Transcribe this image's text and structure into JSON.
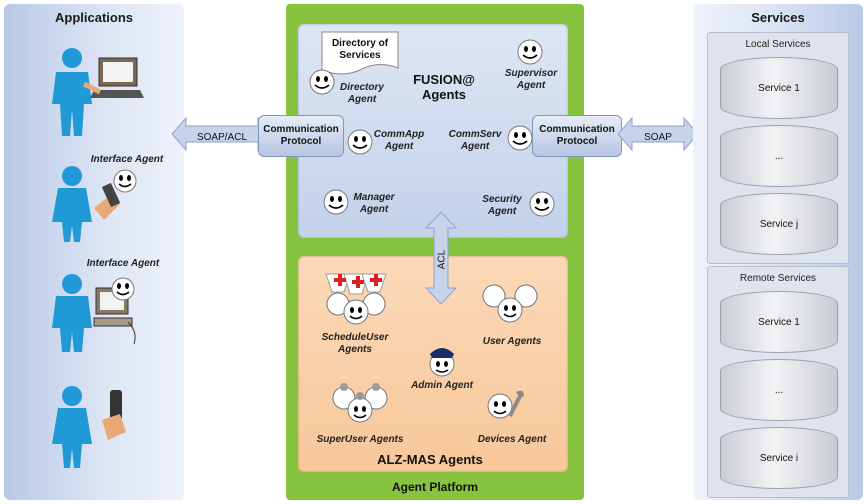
{
  "applications": {
    "title": "Applications",
    "interface_agent_1": "Interface Agent",
    "interface_agent_2": "Interface Agent"
  },
  "platform": {
    "title": "Agent Platform",
    "fusion": {
      "title_line1": "FUSION@",
      "title_line2": "Agents",
      "directory_doc_line1": "Directory of",
      "directory_doc_line2": "Services",
      "directory_agent_line1": "Directory",
      "directory_agent_line2": "Agent",
      "supervisor_agent_line1": "Supervisor",
      "supervisor_agent_line2": "Agent",
      "commapp_agent_line1": "CommApp",
      "commapp_agent_line2": "Agent",
      "commserv_agent_line1": "CommServ",
      "commserv_agent_line2": "Agent",
      "manager_agent_line1": "Manager",
      "manager_agent_line2": "Agent",
      "security_agent_line1": "Security",
      "security_agent_line2": "Agent"
    },
    "comm_protocol_left_line1": "Communication",
    "comm_protocol_left_line2": "Protocol",
    "comm_protocol_right_line1": "Communication",
    "comm_protocol_right_line2": "Protocol",
    "acl_label": "ACL",
    "alz": {
      "title": "ALZ-MAS Agents",
      "scheduleuser_line1": "ScheduleUser",
      "scheduleuser_line2": "Agents",
      "user_agents": "User Agents",
      "admin_agent": "Admin Agent",
      "superuser_agents": "SuperUser Agents",
      "devices_agent": "Devices Agent"
    }
  },
  "arrows": {
    "left_label": "SOAP/ACL",
    "right_label": "SOAP"
  },
  "services": {
    "title": "Services",
    "local": {
      "title": "Local Services",
      "items": [
        "Service 1",
        "...",
        "Service j"
      ]
    },
    "remote": {
      "title": "Remote Services",
      "items": [
        "Service 1",
        "...",
        "Service i"
      ]
    }
  },
  "colors": {
    "platform_green": "#86c440",
    "fusion_blue": "#c3d1ea",
    "alz_orange": "#f8c79a",
    "person_blue": "#1f9ad6"
  }
}
